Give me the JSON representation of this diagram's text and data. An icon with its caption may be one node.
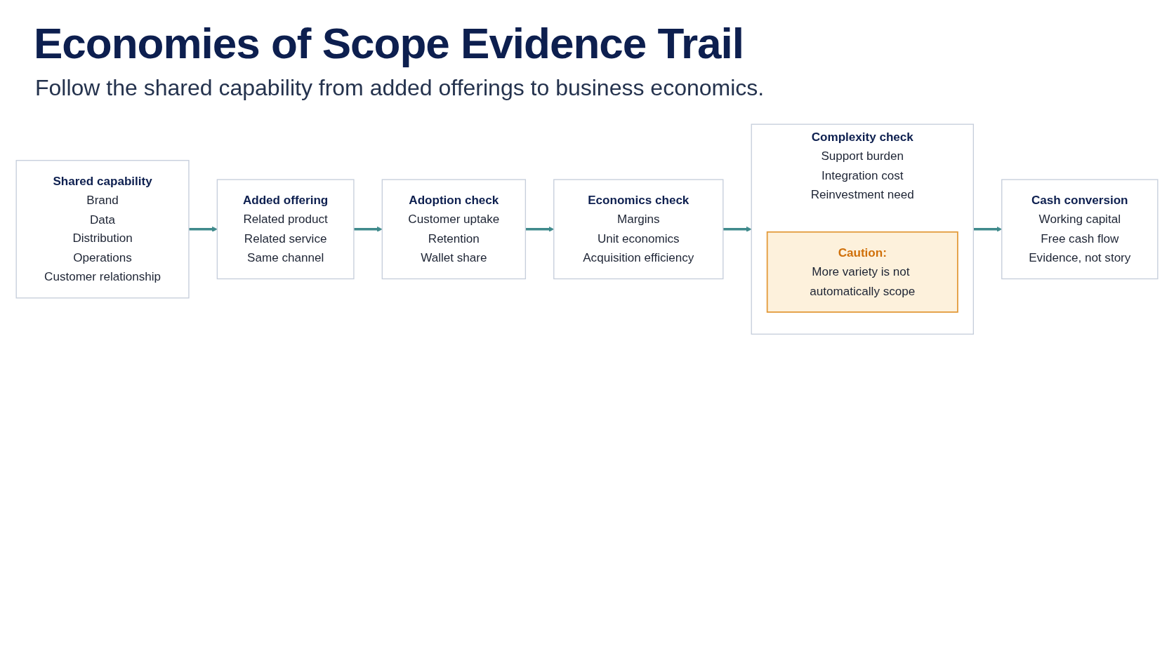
{
  "diagram": {
    "title": "Economies of Scope Evidence Trail",
    "caption": "Follow the shared capability from added offerings to business economics.",
    "nodes": [
      {
        "text": [
          "Shared capability",
          "Brand",
          "Data",
          "Distribution",
          "Operations",
          "Customer relationship"
        ]
      },
      {
        "text": [
          "Added offering",
          "Related product",
          "Related service",
          "Same channel"
        ]
      },
      {
        "text": [
          "Adoption check",
          "Customer uptake",
          "Retention",
          "Wallet share"
        ]
      },
      {
        "text": [
          "Economics check",
          "Margins",
          "Unit economics",
          "Acquisition efficiency"
        ]
      },
      {
        "text": [
          "Complexity check",
          "Support burden",
          "Integration cost",
          "Reinvestment need"
        ]
      },
      {
        "text": [
          "Caution:",
          "More variety is not automatically scope"
        ],
        "in": 4
      },
      {
        "text": [
          "Cash conversion",
          "Working capital",
          "Free cash flow",
          "Evidence, not story"
        ]
      }
    ],
    "edges": [
      {
        "from": 0,
        "to": 1,
        "arrow": "to"
      },
      {
        "from": 1,
        "to": 2,
        "arrow": "to"
      },
      {
        "from": 2,
        "to": 3,
        "arrow": "to"
      },
      {
        "from": 3,
        "to": 4,
        "arrow": "to"
      },
      {
        "from": 4,
        "to": 6,
        "arrow": "to"
      }
    ]
  }
}
